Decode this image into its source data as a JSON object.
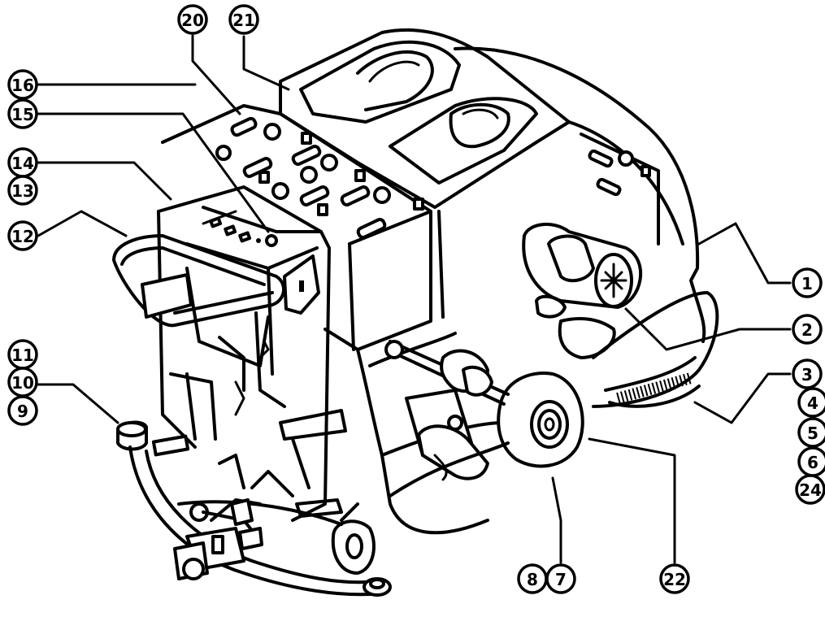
{
  "diagram": {
    "callouts": [
      {
        "id": "c1",
        "label": "1"
      },
      {
        "id": "c2",
        "label": "2"
      },
      {
        "id": "c3",
        "label": "3"
      },
      {
        "id": "c4",
        "label": "4"
      },
      {
        "id": "c5",
        "label": "5"
      },
      {
        "id": "c6",
        "label": "6"
      },
      {
        "id": "c24",
        "label": "24"
      },
      {
        "id": "c7",
        "label": "7"
      },
      {
        "id": "c8",
        "label": "8"
      },
      {
        "id": "c22",
        "label": "22"
      },
      {
        "id": "c9",
        "label": "9"
      },
      {
        "id": "c10",
        "label": "10"
      },
      {
        "id": "c11",
        "label": "11"
      },
      {
        "id": "c12",
        "label": "12"
      },
      {
        "id": "c13",
        "label": "13"
      },
      {
        "id": "c14",
        "label": "14"
      },
      {
        "id": "c15",
        "label": "15"
      },
      {
        "id": "c16",
        "label": "16"
      },
      {
        "id": "c20",
        "label": "20"
      },
      {
        "id": "c21",
        "label": "21"
      }
    ]
  }
}
